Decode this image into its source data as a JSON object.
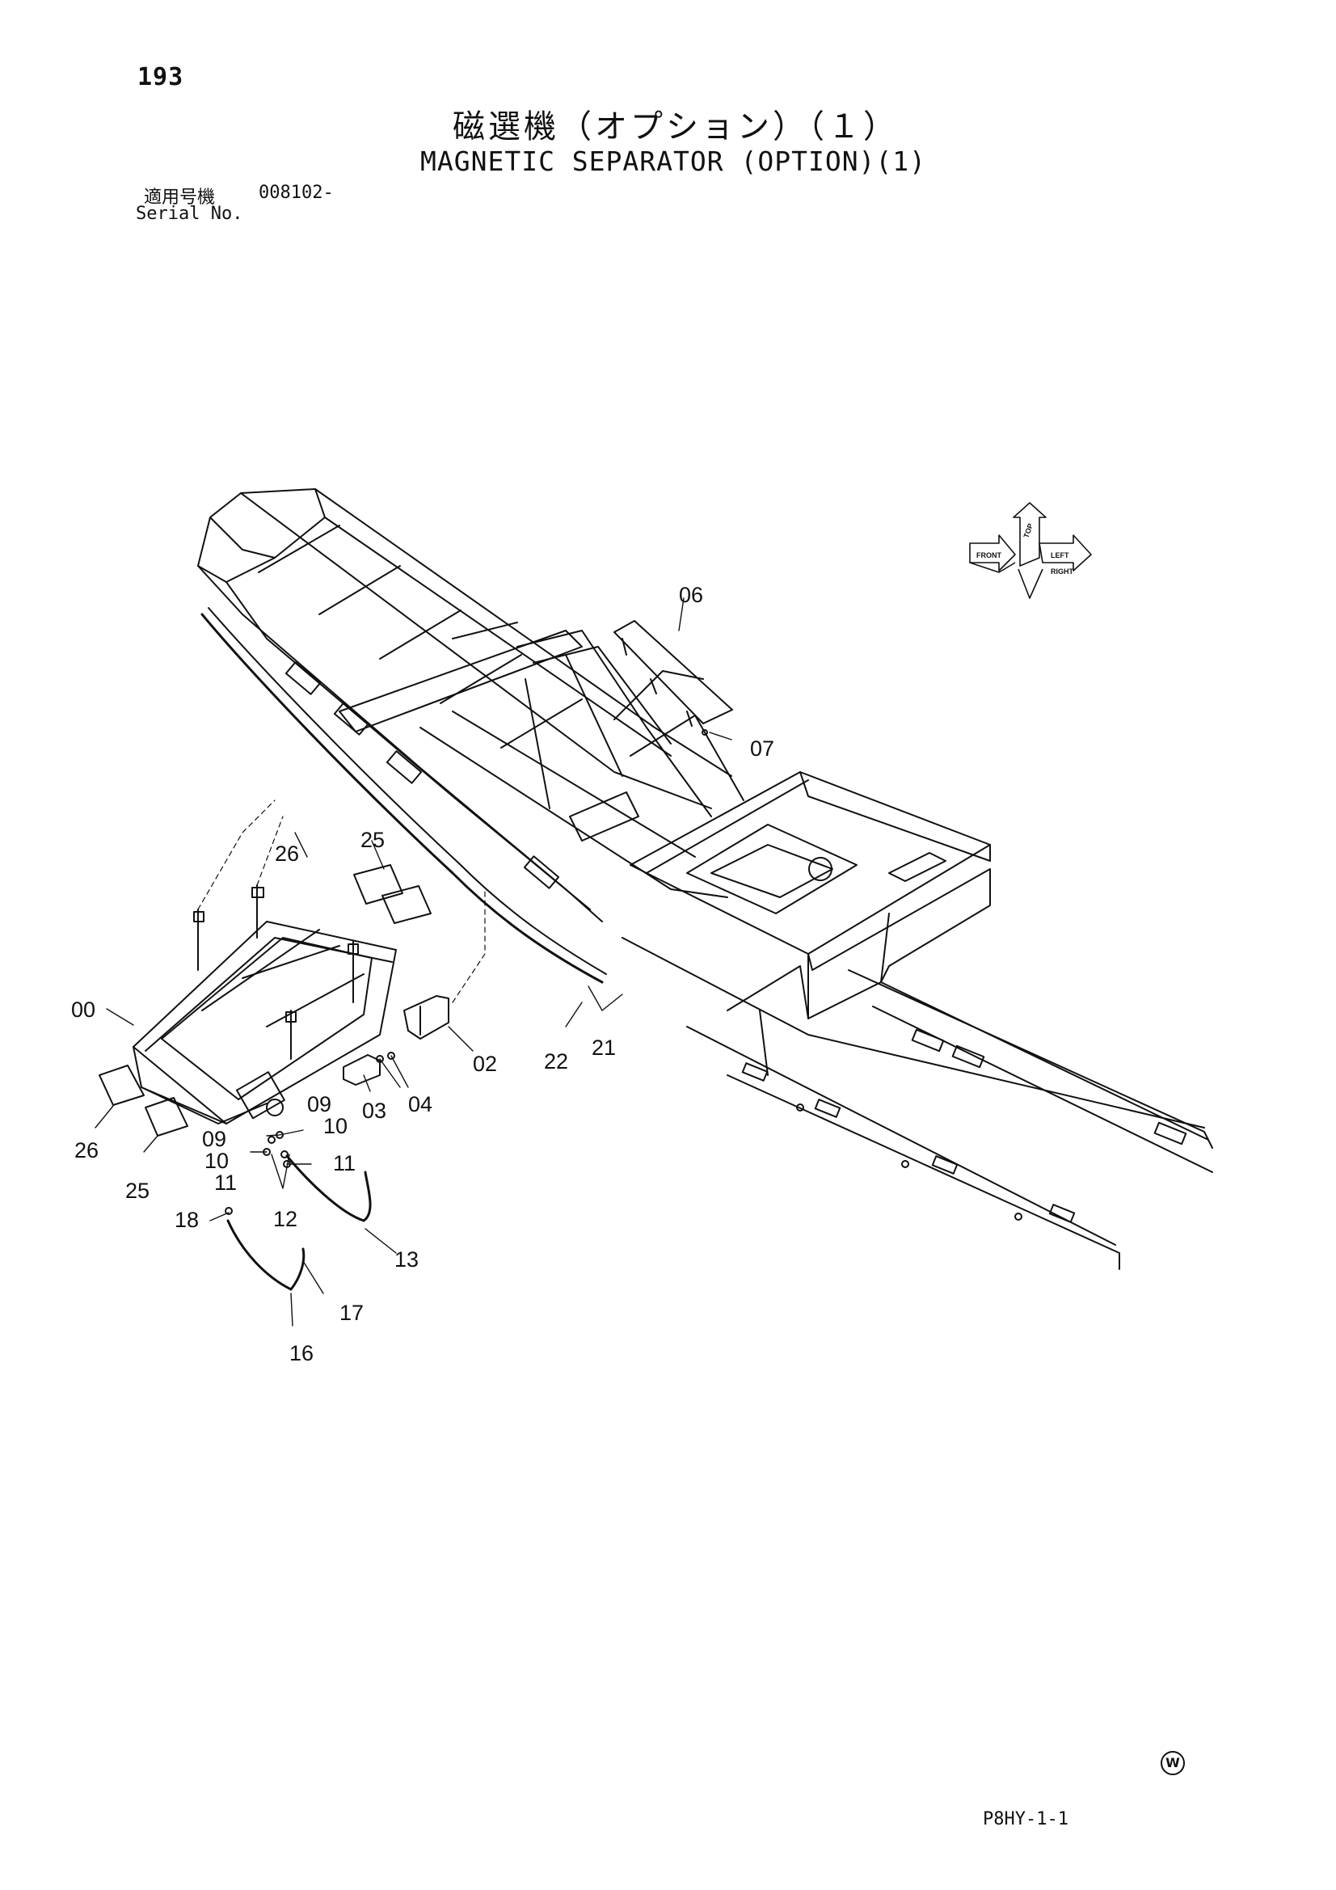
{
  "header": {
    "page_number": "193",
    "title_jp": "磁選機（オプション）（１）",
    "title_en": "MAGNETIC SEPARATOR (OPTION)(1)",
    "serial_label_jp": "適用号機",
    "serial_value": "008102-",
    "serial_label_en": "Serial No."
  },
  "compass": {
    "front": "FRONT",
    "top": "TOP",
    "right": "RIGHT",
    "left": "LEFT"
  },
  "callouts": {
    "c00": "00",
    "c02": "02",
    "c03": "03",
    "c04": "04",
    "c06": "06",
    "c07": "07",
    "c09a": "09",
    "c09b": "09",
    "c10a": "10",
    "c10b": "10",
    "c11a": "11",
    "c11b": "11",
    "c12": "12",
    "c13": "13",
    "c16": "16",
    "c17": "17",
    "c18": "18",
    "c21": "21",
    "c22": "22",
    "c25a": "25",
    "c25b": "25",
    "c26a": "26",
    "c26b": "26"
  },
  "footer": {
    "symbol": "W",
    "code": "P8HY-1-1"
  }
}
